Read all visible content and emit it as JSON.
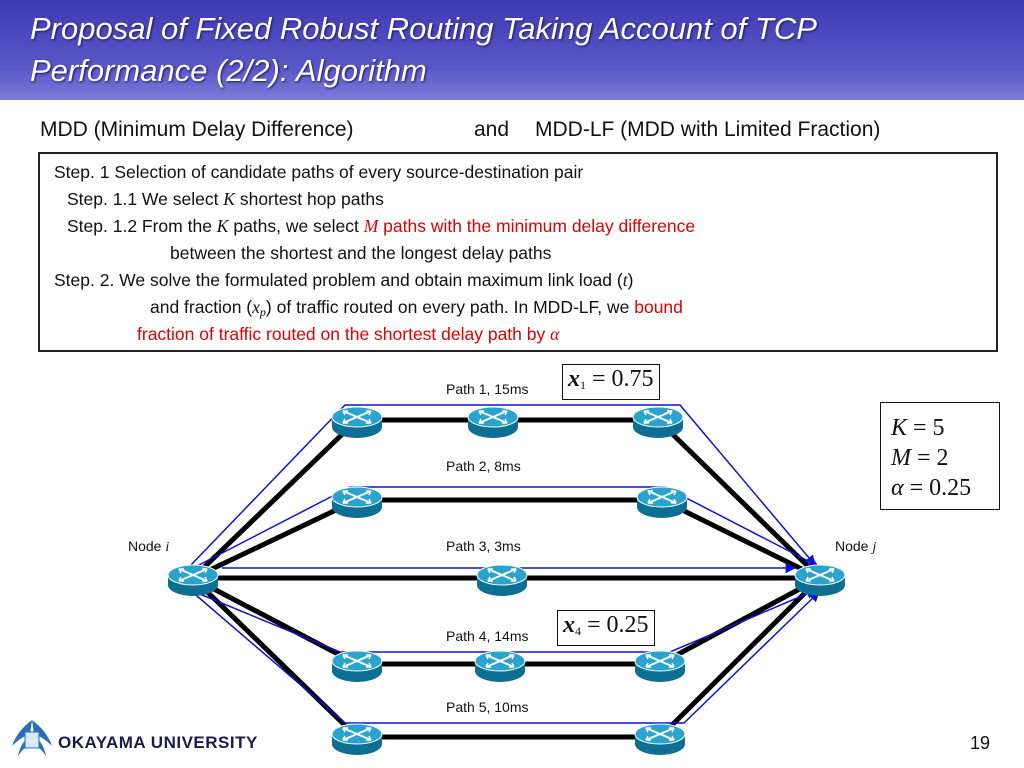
{
  "slide": {
    "title_line1": "Proposal of Fixed Robust Routing Taking Account of TCP",
    "title_line2": "Performance (2/2): Algorithm",
    "subtitle_left": "MDD (Minimum Delay Difference)",
    "subtitle_and": "and",
    "subtitle_right": "MDD-LF (MDD with Limited Fraction)",
    "page_number": "19",
    "university": "OKAYAMA  UNIVERSITY"
  },
  "algorithm": {
    "step1": "Step. 1  Selection of candidate paths of every source-destination pair",
    "step11_a": "Step. 1.1 We select ",
    "step11_k": "K",
    "step11_b": " shortest hop paths",
    "step12_a": "Step. 1.2 From the ",
    "step12_k": "K",
    "step12_b": " paths, we select ",
    "step12_m": "M",
    "step12_c": " paths with the minimum delay difference",
    "step12_d": "between the shortest and the longest delay paths",
    "step2_a": "Step. 2. We solve the formulated problem and obtain maximum link load (",
    "step2_t": "t",
    "step2_b": ")",
    "step2_c": "and fraction (",
    "step2_x": "x",
    "step2_p": "p",
    "step2_d": ") of traffic routed on every path. In MDD-LF, we ",
    "step2_bound": "bound",
    "step2_e": "fraction of traffic routed on the shortest delay path by ",
    "step2_alpha": "α"
  },
  "network": {
    "node_i_prefix": "Node ",
    "node_i_var": "i",
    "node_j_prefix": "Node ",
    "node_j_var": "j",
    "paths": [
      {
        "label": "Path 1, 15ms"
      },
      {
        "label": "Path 2, 8ms"
      },
      {
        "label": "Path 3, 3ms"
      },
      {
        "label": "Path 4, 14ms"
      },
      {
        "label": "Path 5, 10ms"
      }
    ],
    "params": {
      "k_var": "K",
      "k_eq": " = 5",
      "m_var": "M",
      "m_eq": " = 2",
      "alpha_var": "α",
      "alpha_eq": " = 0.25"
    },
    "x1_var": "x",
    "x1_sub": "1",
    "x1_eq": " = 0.75",
    "x4_var": "x",
    "x4_sub": "4",
    "x4_eq": " = 0.25"
  },
  "colors": {
    "path_link": "#000000",
    "route_arrow": "#1010d8",
    "router_fill": "#1a8fb8",
    "highlight_text": "#e00000"
  }
}
